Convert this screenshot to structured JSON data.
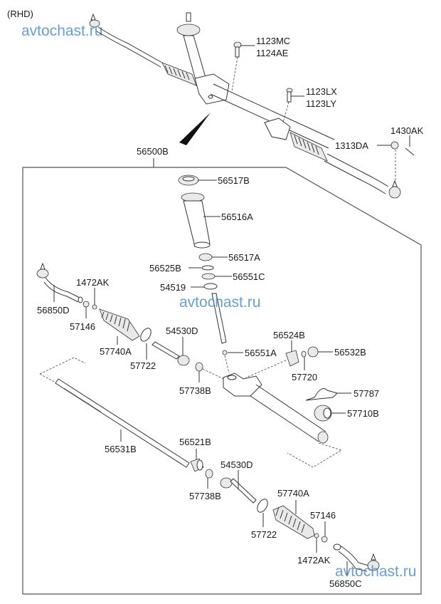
{
  "diagram": {
    "variant_label": "(RHD)",
    "assembly_label": "56500B",
    "watermark": "avtochast.ru",
    "watermark_color": "#4a90d9",
    "upper_assembly_labels": {
      "bolt_a_1": "1123MC",
      "bolt_a_2": "1124AE",
      "bolt_b_1": "1123LX",
      "bolt_b_2": "1123LY",
      "nut": "1313DA",
      "cotter_pin": "1430AK"
    },
    "parts": {
      "cap_upper": "56517B",
      "pinion_housing_boot": "56516A",
      "cap_lower": "56517A",
      "snap_ring_upper": "56525B",
      "bearing": "56551C",
      "snap_ring_lower": "54519",
      "bearing_needle": "56551A",
      "rack_support_yoke": "56524B",
      "yoke_locknut": "57720",
      "yoke_plug": "56532B",
      "mounting_clamp": "57787",
      "mounting_bushing": "57710B",
      "rack_bar": "56531B",
      "rack_bushing": "56521B",
      "left_tie_rod_end": "56850D",
      "left_lock_nut": "57146",
      "left_clip": "1472AK",
      "left_boot": "57740A",
      "left_band": "57722",
      "left_inner_tie_rod": "54530D",
      "left_washer": "57738B",
      "right_washer": "57738B",
      "right_inner_tie_rod": "54530D",
      "right_band": "57722",
      "right_boot": "57740A",
      "right_lock_nut": "57146",
      "right_clip": "1472AK",
      "right_tie_rod_end": "56850C"
    }
  }
}
